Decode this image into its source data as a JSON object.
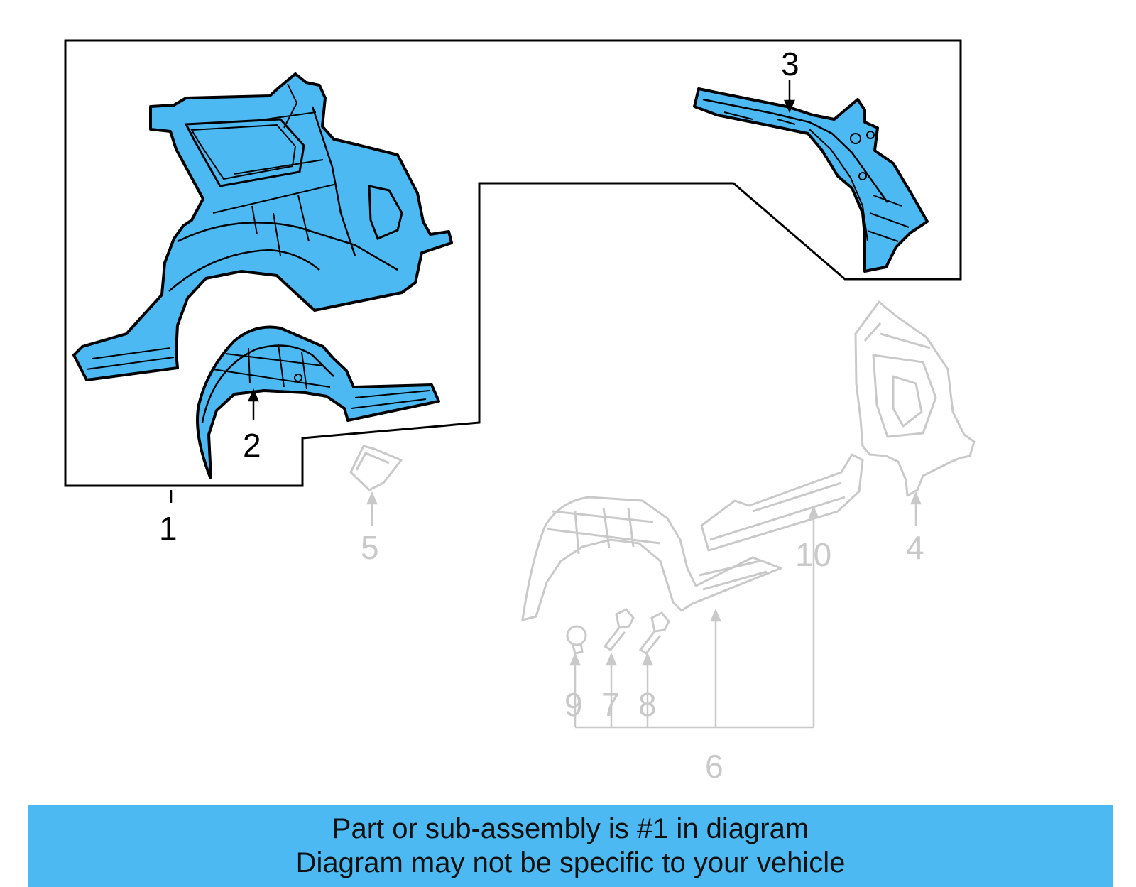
{
  "diagram": {
    "highlight_color": "#4cb9f3",
    "ghost_color": "#c9c9c9",
    "callouts": [
      {
        "id": "1",
        "label": "1",
        "highlighted": true
      },
      {
        "id": "2",
        "label": "2",
        "highlighted": true
      },
      {
        "id": "3",
        "label": "3",
        "highlighted": true
      },
      {
        "id": "4",
        "label": "4",
        "highlighted": false
      },
      {
        "id": "5",
        "label": "5",
        "highlighted": false
      },
      {
        "id": "6",
        "label": "6",
        "highlighted": false
      },
      {
        "id": "7",
        "label": "7",
        "highlighted": false
      },
      {
        "id": "8",
        "label": "8",
        "highlighted": false
      },
      {
        "id": "9",
        "label": "9",
        "highlighted": false
      },
      {
        "id": "10",
        "label": "10",
        "highlighted": false
      }
    ]
  },
  "banner": {
    "line1": "Part or sub-assembly is #1 in diagram",
    "line2": "Diagram may not be specific to your vehicle"
  }
}
